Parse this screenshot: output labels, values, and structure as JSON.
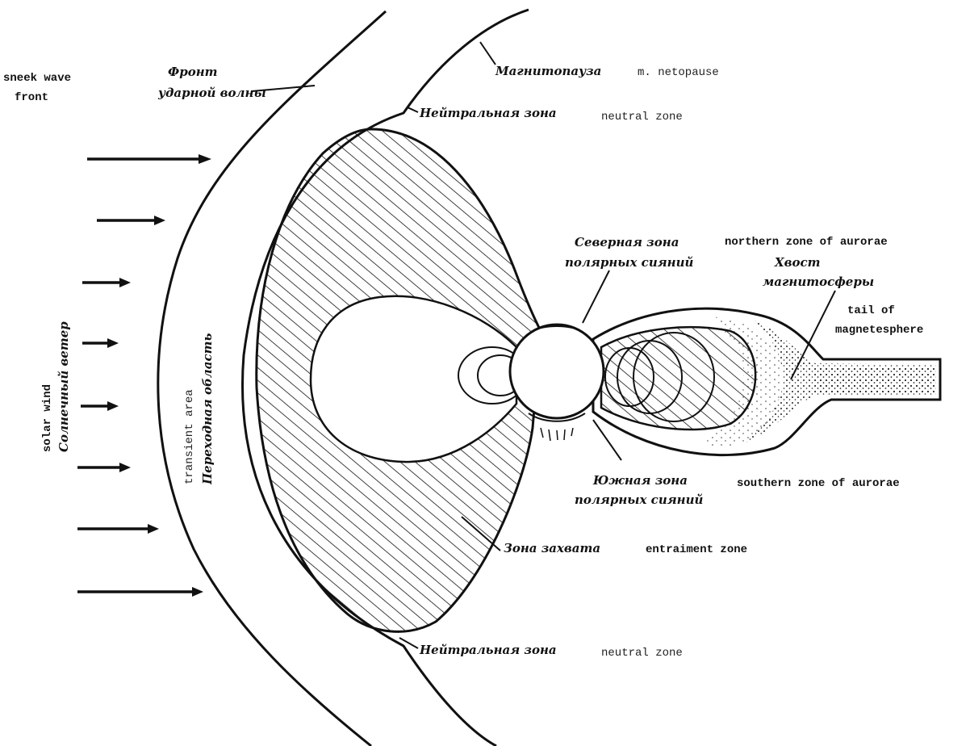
{
  "labels": {
    "shock_front_en": [
      "sneek wave",
      "front"
    ],
    "shock_front_ru": [
      "Фронт",
      "ударной волны"
    ],
    "magnetopause_ru": "Магнитопауза",
    "magnetopause_en": "m. netopause",
    "neutral_zone_top_ru": "Нейтральная зона",
    "neutral_zone_top_en": "neutral zone",
    "northern_aurora_ru": [
      "Северная зона",
      "полярных сияний"
    ],
    "northern_aurora_en": "northern zone of aurorae",
    "tail_ru": [
      "Хвост",
      "магнитосферы"
    ],
    "tail_en": [
      "tail of",
      "magnetesphere"
    ],
    "southern_aurora_ru": [
      "Южная зона",
      "полярных сияний"
    ],
    "southern_aurora_en": "southern zone of aurorae",
    "capture_zone_ru": "Зона захвата",
    "capture_zone_en": "entraiment zone",
    "neutral_zone_bottom_ru": "Нейтральная зона",
    "neutral_zone_bottom_en": "neutral zone",
    "transient_en": "transient area",
    "transient_ru": "Переходная область",
    "solar_wind_en": "solar wind",
    "solar_wind_ru": "Солнечный ветер"
  }
}
